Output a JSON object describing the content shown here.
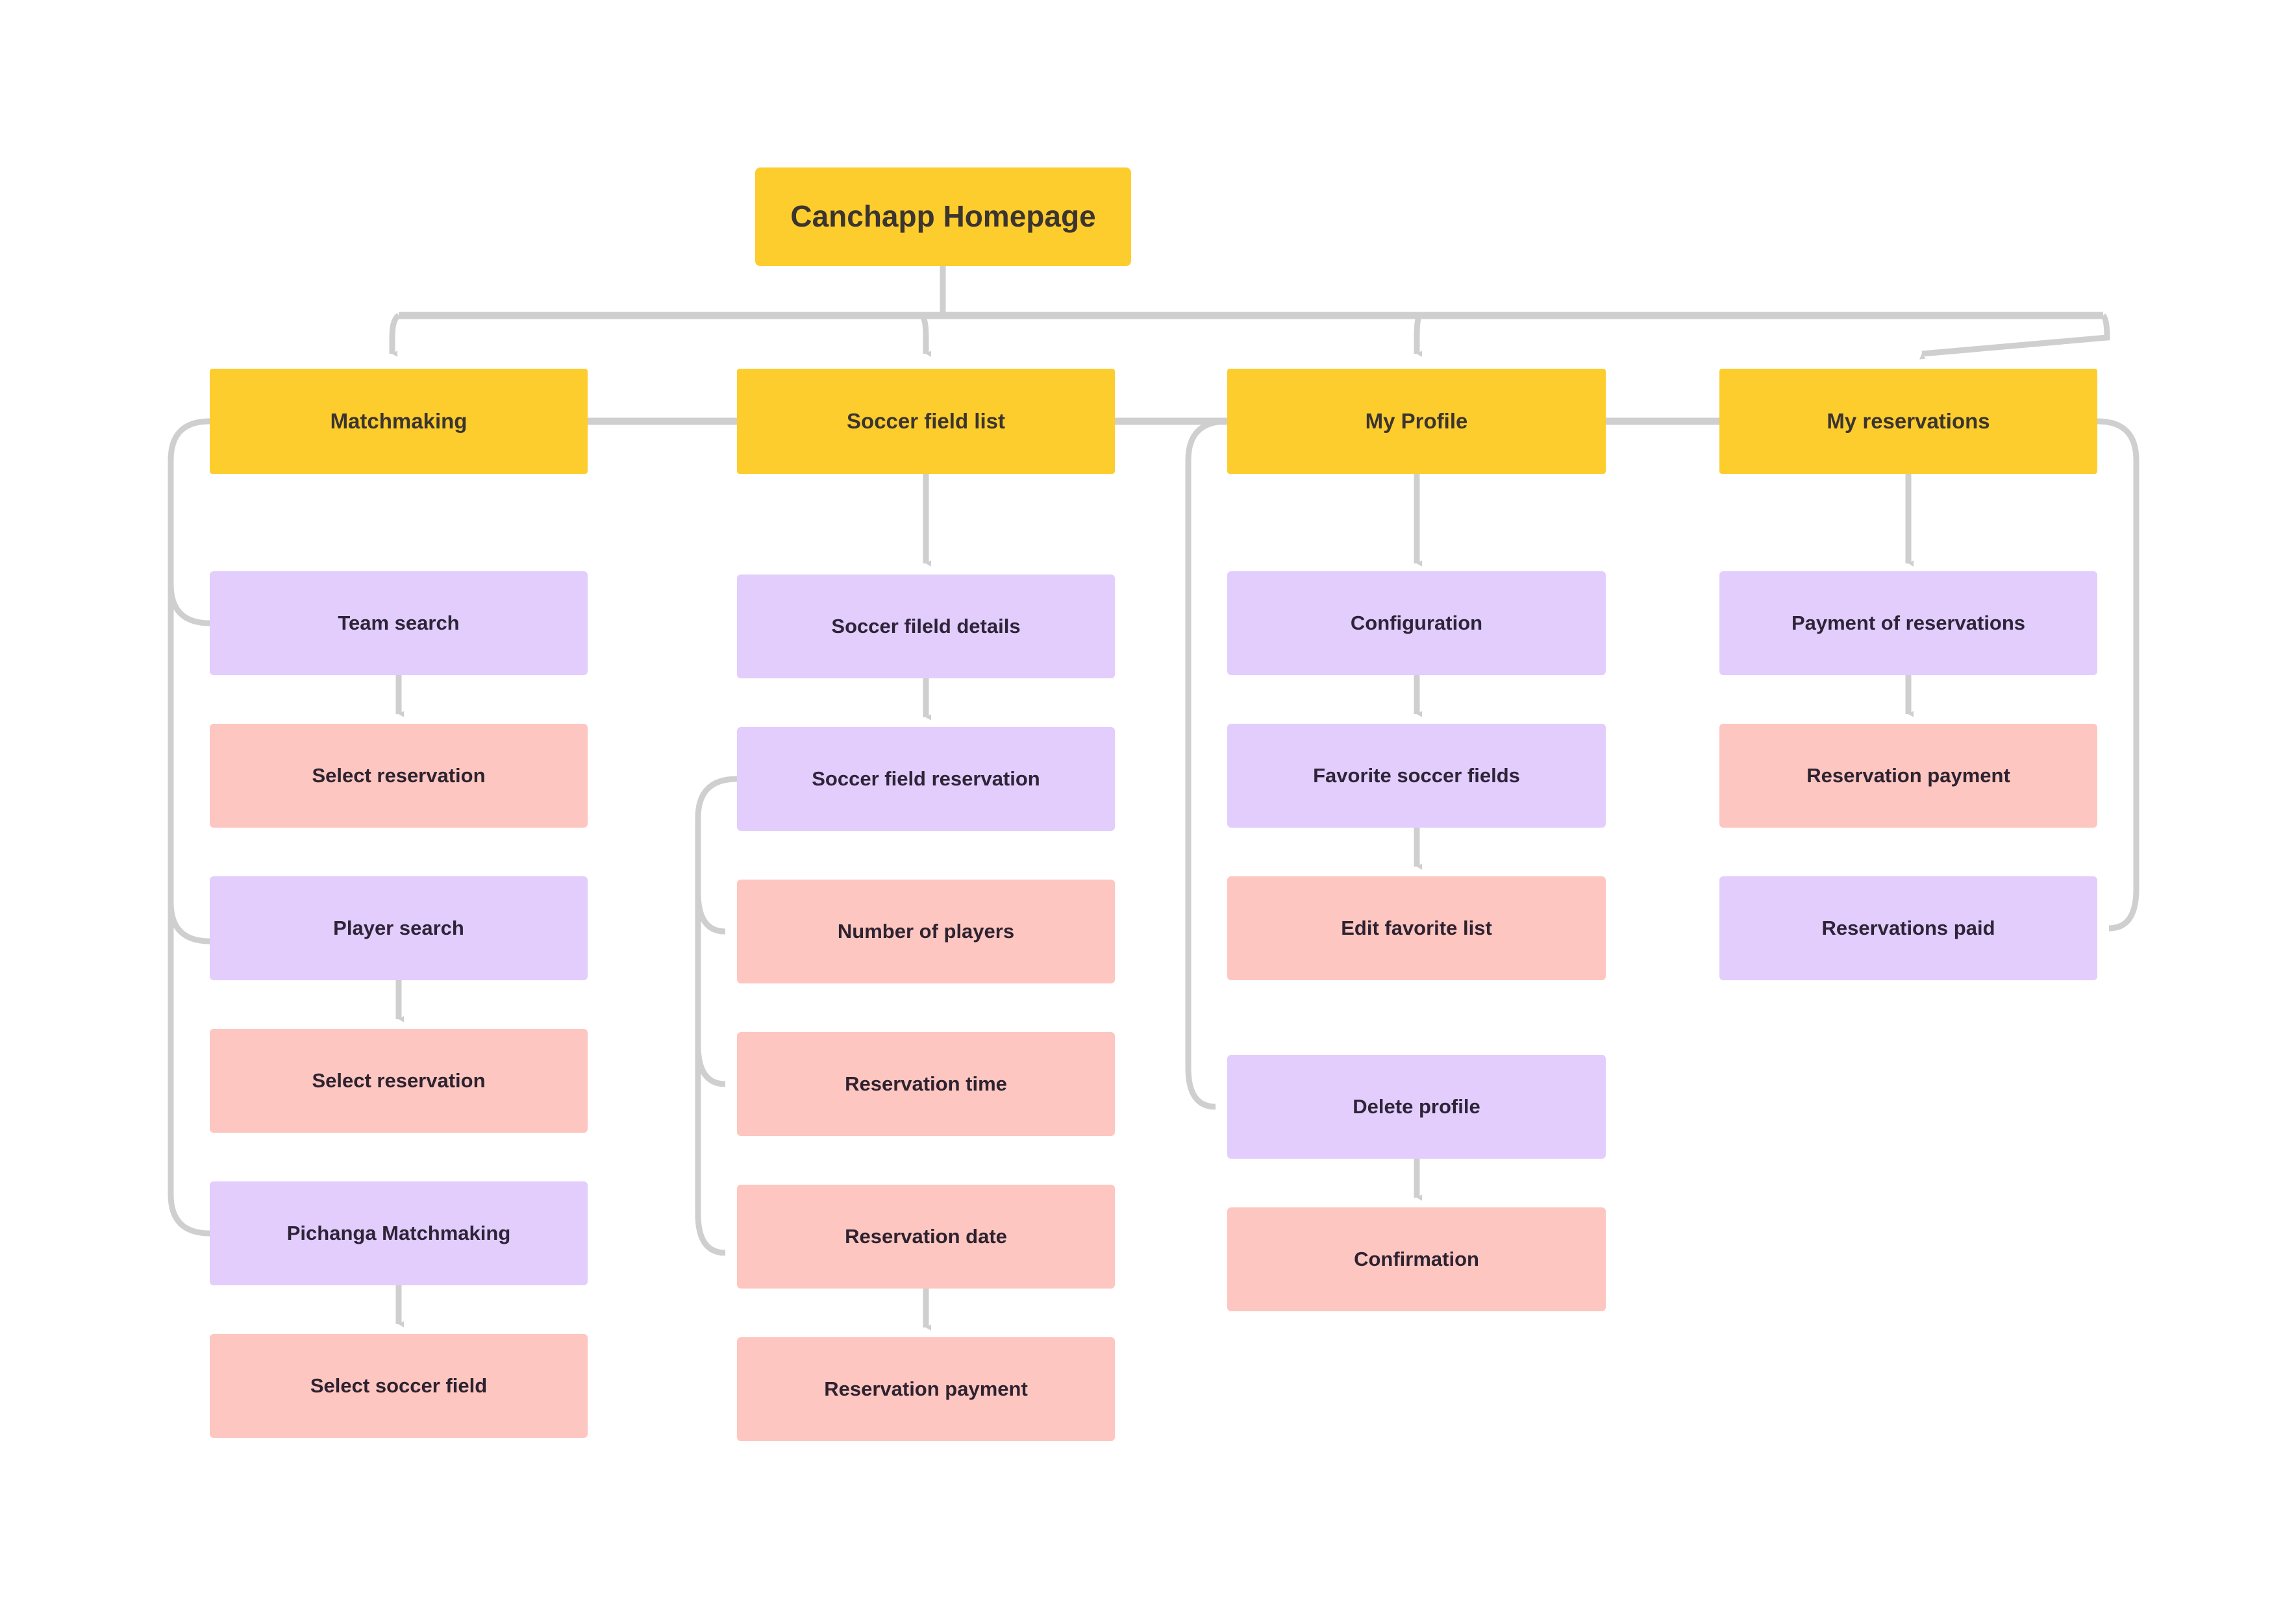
{
  "diagram": {
    "title": "Canchapp Homepage",
    "type": "sitemap-flowchart",
    "colors": {
      "root": "#FDCD2D",
      "section": "#FDCD2D",
      "screen": "#E2CDFC",
      "action": "#FDC6C0",
      "connector": "#CFCFCF",
      "text": "#2B2233",
      "background": "#FFFFFF"
    }
  },
  "root": {
    "label": "Canchapp Homepage"
  },
  "columns": [
    {
      "section": {
        "label": "Matchmaking"
      },
      "nodes": [
        {
          "label": "Team search",
          "kind": "screen"
        },
        {
          "label": "Select reservation",
          "kind": "action"
        },
        {
          "label": "Player search",
          "kind": "screen"
        },
        {
          "label": "Select reservation",
          "kind": "action"
        },
        {
          "label": "Pichanga Matchmaking",
          "kind": "screen"
        },
        {
          "label": "Select soccer field",
          "kind": "action"
        }
      ]
    },
    {
      "section": {
        "label": "Soccer field list"
      },
      "nodes": [
        {
          "label": "Soccer fileld details",
          "kind": "screen"
        },
        {
          "label": "Soccer field reservation",
          "kind": "screen"
        },
        {
          "label": "Number of players",
          "kind": "action"
        },
        {
          "label": "Reservation time",
          "kind": "action"
        },
        {
          "label": "Reservation date",
          "kind": "action"
        },
        {
          "label": "Reservation payment",
          "kind": "action"
        }
      ]
    },
    {
      "section": {
        "label": "My Profile"
      },
      "nodes": [
        {
          "label": "Configuration",
          "kind": "screen"
        },
        {
          "label": "Favorite soccer fields",
          "kind": "screen"
        },
        {
          "label": "Edit favorite list",
          "kind": "action"
        },
        {
          "label": "Delete profile",
          "kind": "screen"
        },
        {
          "label": "Confirmation",
          "kind": "action"
        }
      ]
    },
    {
      "section": {
        "label": "My reservations"
      },
      "nodes": [
        {
          "label": "Payment of reservations",
          "kind": "screen"
        },
        {
          "label": "Reservation payment",
          "kind": "action"
        },
        {
          "label": "Reservations paid",
          "kind": "screen"
        }
      ]
    }
  ]
}
